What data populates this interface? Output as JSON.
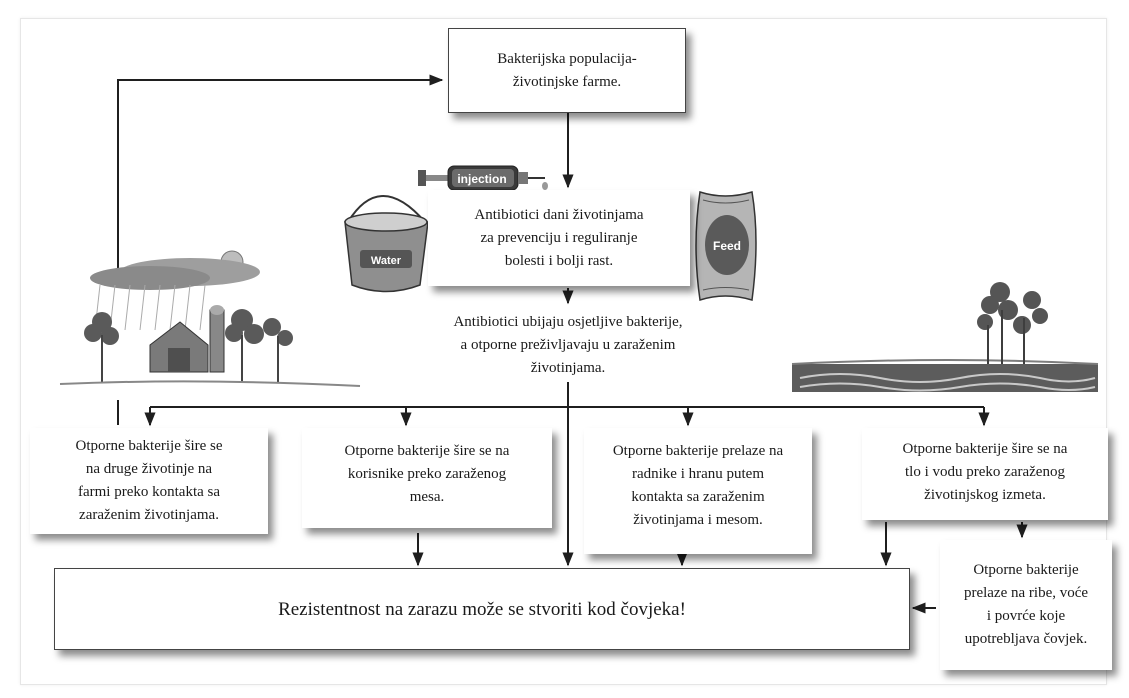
{
  "boxes": {
    "farm": [
      "Bakterijska populacija-",
      "životinjske farme."
    ],
    "antibiotics_given": [
      "Antibiotici dani životinjama",
      "za prevenciju i reguliranje",
      "bolesti i bolji rast."
    ],
    "antibiotics_kill": [
      "Antibiotici ubijaju osjetljive bakterije,",
      "a otporne preživljavaju u zaraženim",
      "životinjama."
    ],
    "spread_animals": [
      "Otporne bakterije šire se",
      "na druge životinje na",
      "farmi preko kontakta sa",
      "zaraženim životinjama."
    ],
    "spread_consumers": [
      "Otporne bakterije šire se na",
      "korisnike preko zaraženog",
      "mesa."
    ],
    "spread_workers": [
      "Otporne bakterije prelaze na",
      "radnike i hranu putem",
      "kontakta sa zaraženim",
      "životinjama i mesom."
    ],
    "spread_soil": [
      "Otporne bakterije šire se na",
      "tlo i vodu preko zaraženog",
      "životinjskog izmeta."
    ],
    "spread_food": [
      "Otporne bakterije",
      "prelaze na ribe, voće",
      "i povrće  koje",
      "upotrebljava čovjek."
    ],
    "result": [
      "Rezistentnost na zarazu može se stvoriti kod čovjeka!"
    ]
  },
  "illustrations": {
    "syringe_label": "injection",
    "bucket_label": "Water",
    "feed_label": "Feed",
    "farm_scene": "farm-barn-rain-icon",
    "field_scene": "field-soil-water-icon",
    "people": "people-icon"
  },
  "colors": {
    "arrow": "#1f1f1f",
    "box_border": "#444444",
    "shadow": "#555555"
  }
}
